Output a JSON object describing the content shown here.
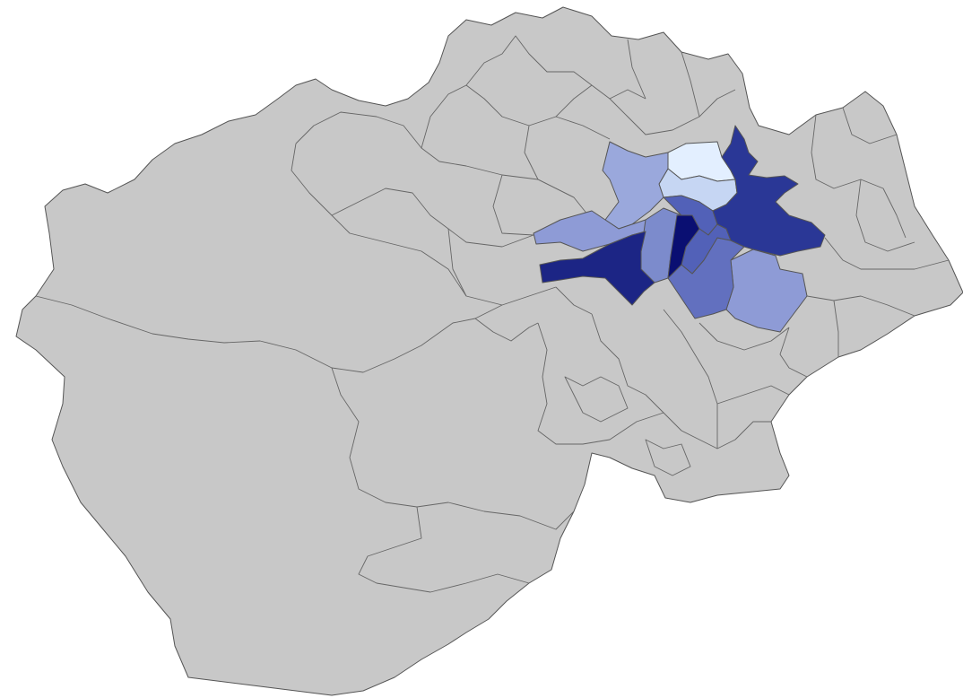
{
  "map": {
    "type": "choropleth",
    "base_fill": "#c8c8c8",
    "border_color": "#555555",
    "palette": [
      "#e3efff",
      "#c6d6f3",
      "#9aa8dc",
      "#8e9bd6",
      "#7c8bcc",
      "#6270bf",
      "#5261b8",
      "#2a3796",
      "#1c2585",
      "#0a0f72"
    ],
    "highlighted_regions": [
      {
        "id": "r1",
        "fill_index": 0
      },
      {
        "id": "r2",
        "fill_index": 1
      },
      {
        "id": "r3",
        "fill_index": 2
      },
      {
        "id": "r4",
        "fill_index": 3
      },
      {
        "id": "r5",
        "fill_index": 4
      },
      {
        "id": "r6",
        "fill_index": 3
      },
      {
        "id": "r7",
        "fill_index": 5
      },
      {
        "id": "r8",
        "fill_index": 6
      },
      {
        "id": "r9",
        "fill_index": 6
      },
      {
        "id": "r10",
        "fill_index": 7
      },
      {
        "id": "r11",
        "fill_index": 8
      },
      {
        "id": "r12",
        "fill_index": 9
      }
    ]
  }
}
